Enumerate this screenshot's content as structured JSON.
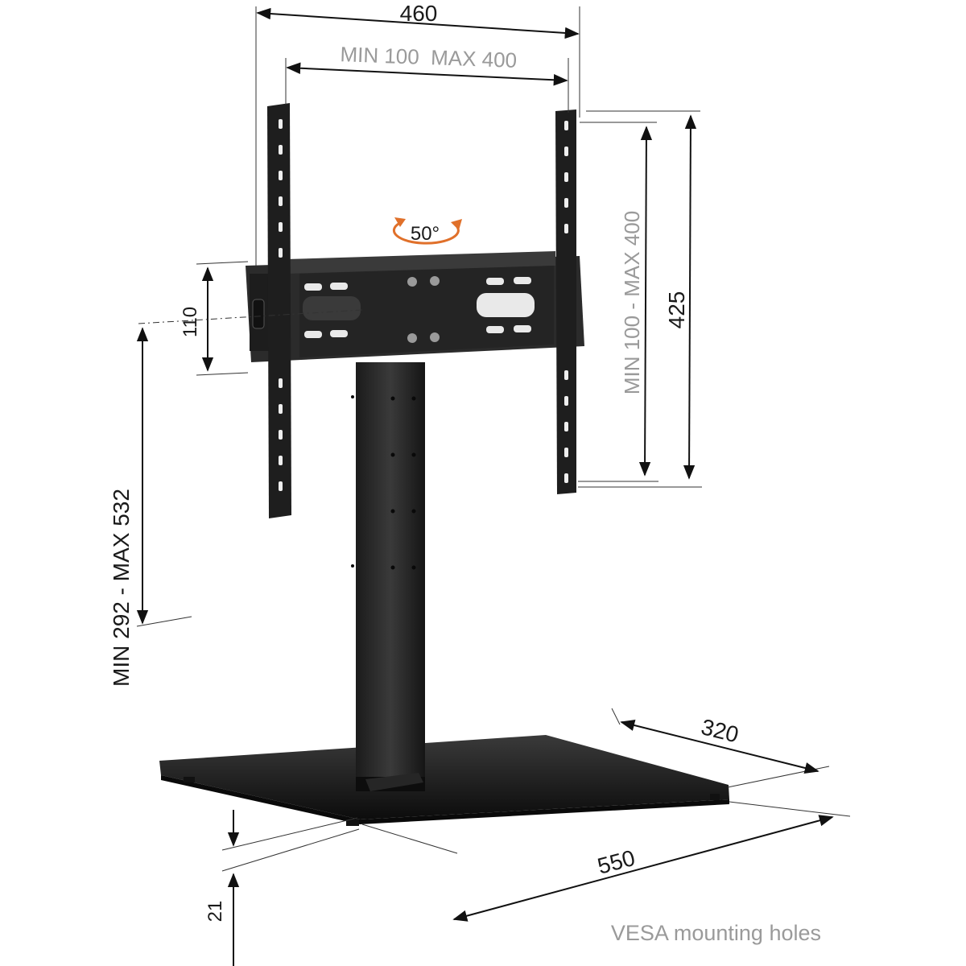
{
  "diagram": {
    "dimensions": {
      "width_total": "460",
      "vesa_horizontal": "MIN 100  MAX 400",
      "vesa_vertical": "MIN 100 - MAX 400",
      "bracket_height": "425",
      "vertical_adjust": "110",
      "mount_height": "MIN 292 - MAX 532",
      "base_depth": "320",
      "base_width": "550",
      "base_thickness": "21"
    },
    "tilt_label": "50°",
    "caption": "VESA mounting holes",
    "colors": {
      "structure": "#1a1a1a",
      "vesa_text": "#9a9a9a",
      "tilt_accent": "#e0702a"
    }
  }
}
